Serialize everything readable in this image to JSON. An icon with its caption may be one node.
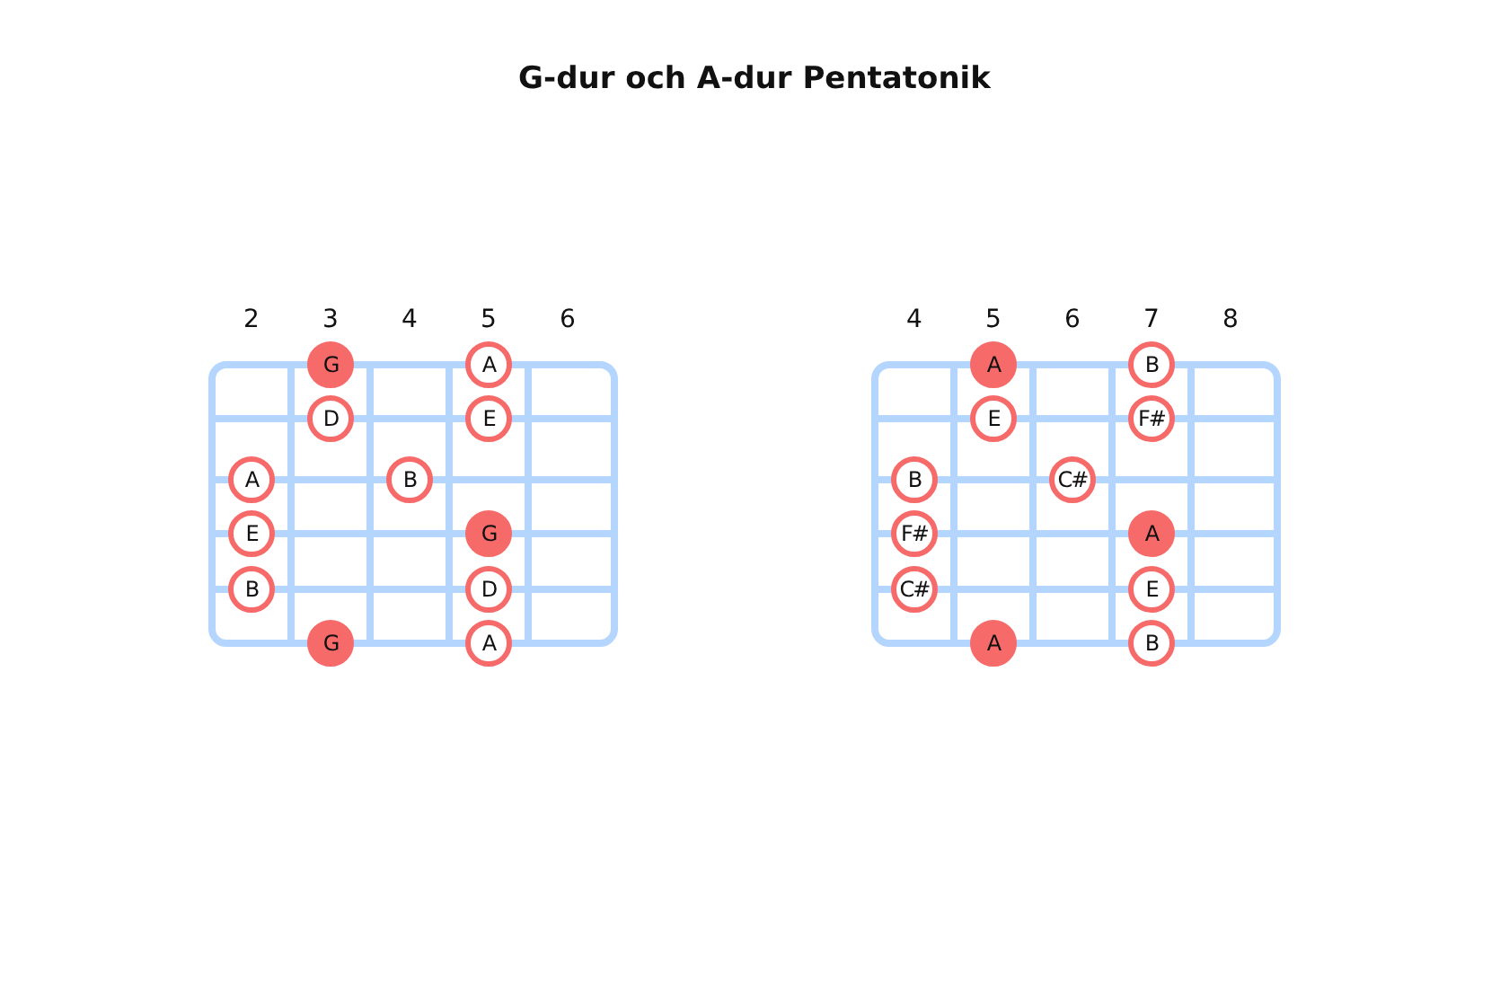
{
  "diagram": {
    "title": "G-dur och A-dur Pentatonik",
    "nodes": [
      {
        "text": [
          "G"
        ]
      },
      {
        "text": [
          "A"
        ]
      },
      {
        "text": [
          "D"
        ]
      },
      {
        "text": [
          "E"
        ]
      },
      {
        "text": [
          "A"
        ]
      },
      {
        "text": [
          "B"
        ]
      },
      {
        "text": [
          "E"
        ]
      },
      {
        "text": [
          "G"
        ]
      },
      {
        "text": [
          "B"
        ]
      },
      {
        "text": [
          "D"
        ]
      },
      {
        "text": [
          "G"
        ]
      },
      {
        "text": [
          "A"
        ]
      },
      {
        "text": [
          "A"
        ]
      },
      {
        "text": [
          "B"
        ]
      },
      {
        "text": [
          "E"
        ]
      },
      {
        "text": [
          "F#"
        ]
      },
      {
        "text": [
          "B"
        ]
      },
      {
        "text": [
          "C#"
        ]
      },
      {
        "text": [
          "F#"
        ]
      },
      {
        "text": [
          "A"
        ]
      },
      {
        "text": [
          "C#"
        ]
      },
      {
        "text": [
          "E"
        ]
      },
      {
        "text": [
          "A"
        ]
      },
      {
        "text": [
          "B"
        ]
      }
    ],
    "labels": [
      "2",
      "3",
      "4",
      "5",
      "6",
      "4",
      "5",
      "6",
      "7",
      "8"
    ]
  }
}
